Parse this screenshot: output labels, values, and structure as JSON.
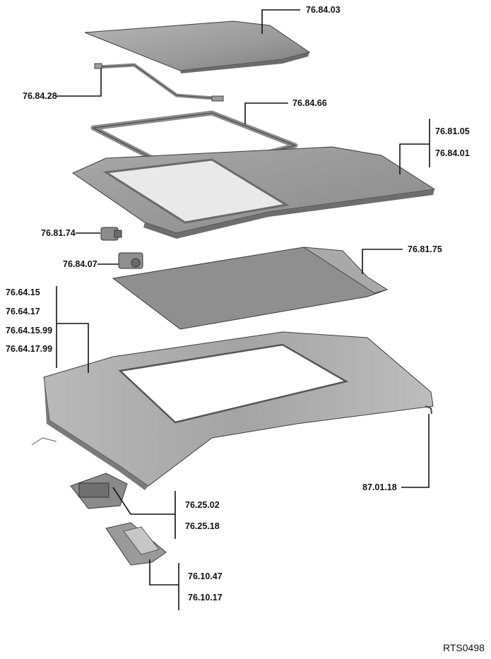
{
  "diagram": {
    "labels": {
      "glass_panel": "76.84.03",
      "front_frame": "76.84.28",
      "seal_frame": "76.84.66",
      "roof_a": "76.81.05",
      "roof_b": "76.84.01",
      "motor_a": "76.81.74",
      "motor_b": "76.84.07",
      "blind": "76.81.75",
      "headliner_a": "76.64.15",
      "headliner_b": "76.64.17",
      "headliner_c": "76.64.15.99",
      "headliner_d": "76.64.17.99",
      "clip": "87.01.18",
      "console_a": "76.25.02",
      "console_b": "76.25.18",
      "lamp_a": "76.10.47",
      "lamp_b": "76.10.17"
    },
    "reference_code": "RTS0498"
  },
  "colors": {
    "part_fill": "#9b9b9b",
    "part_dark": "#6e6e6e",
    "part_light": "#c9c9c9",
    "ink": "#111111"
  }
}
